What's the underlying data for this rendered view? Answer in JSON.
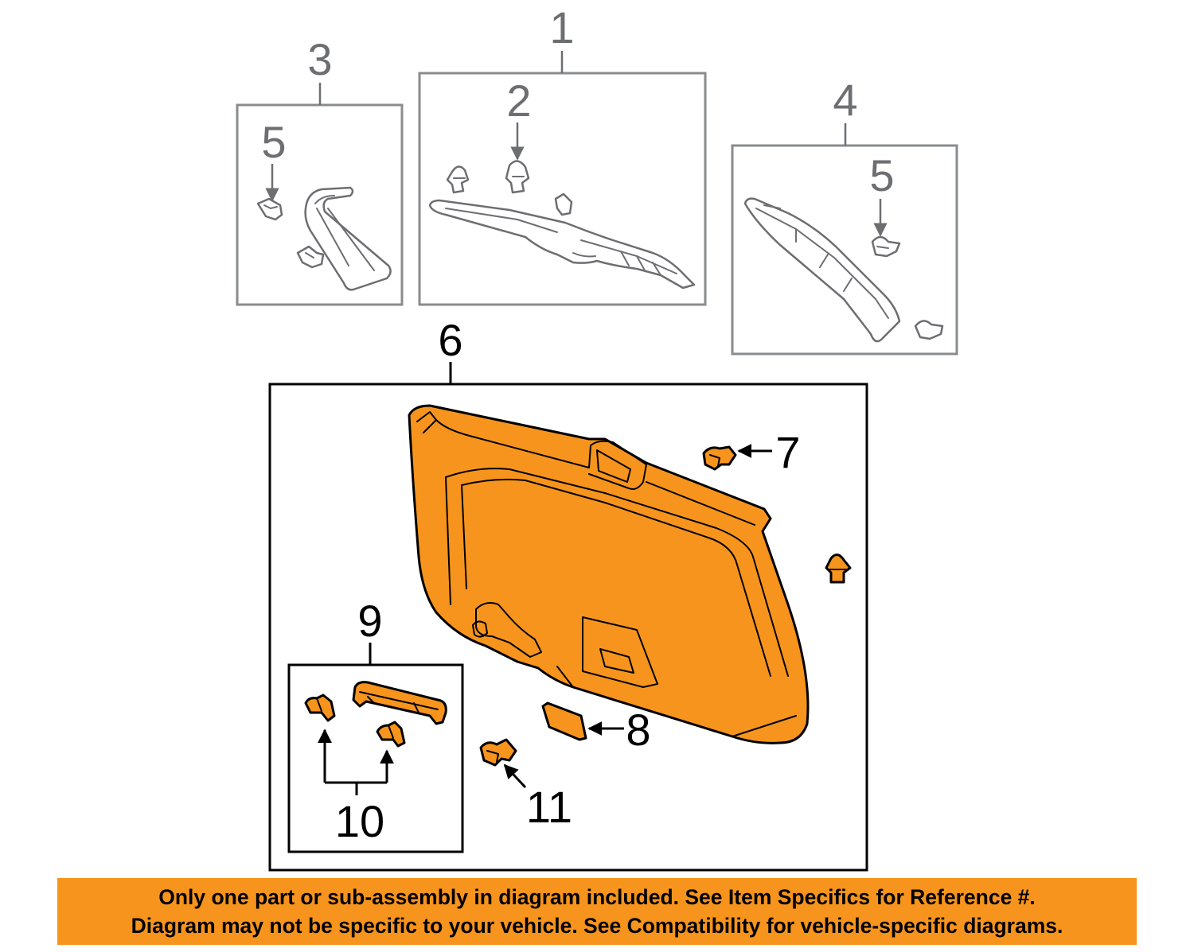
{
  "diagram": {
    "callouts": {
      "part_1": "1",
      "part_2": "2",
      "part_3": "3",
      "part_4": "4",
      "part_5_left": "5",
      "part_5_right": "5",
      "part_6": "6",
      "part_7": "7",
      "part_8": "8",
      "part_9": "9",
      "part_10": "10",
      "part_11": "11"
    },
    "colors": {
      "highlight": "#f7941d",
      "line_gray": "#6d6e71",
      "banner": "#f7941d"
    }
  },
  "disclaimer": {
    "line1": "Only one part or sub-assembly in diagram included. See Item Specifics for Reference #.",
    "line2": "Diagram may not be specific to your vehicle. See Compatibility for vehicle-specific diagrams."
  }
}
